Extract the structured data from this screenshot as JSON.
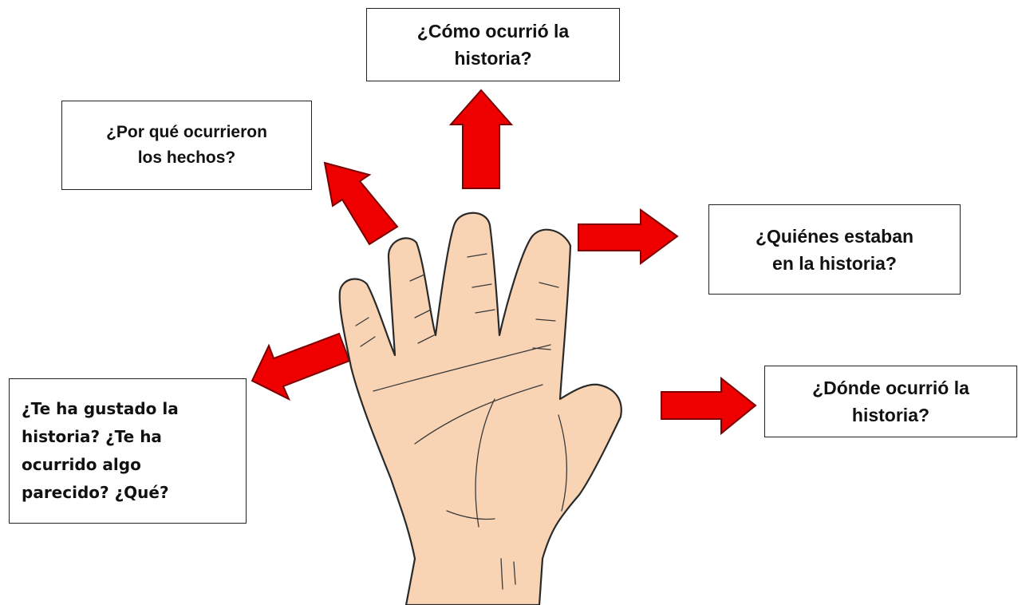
{
  "questions": {
    "como": {
      "line1": "¿Cómo ocurrió la",
      "line2": "historia?"
    },
    "porque": {
      "line1": "¿Por qué ocurrieron",
      "line2": "los hechos?"
    },
    "quienes": {
      "line1": "¿Quiénes estaban",
      "line2": "en la historia?"
    },
    "donde": {
      "line1": "¿Dónde ocurrió la",
      "line2": "historia?"
    },
    "gustado": {
      "line1": "¿Te ha gustado la",
      "line2": "historia? ¿Te ha",
      "line3": "ocurrido algo",
      "line4": "parecido? ¿Qué?"
    }
  },
  "colors": {
    "arrow": "#ee0000",
    "skin": "#f8d4b4",
    "outline": "#2a2a2a"
  },
  "icons": {
    "hand": "open-hand-illustration",
    "arrows": "red-block-arrows"
  }
}
